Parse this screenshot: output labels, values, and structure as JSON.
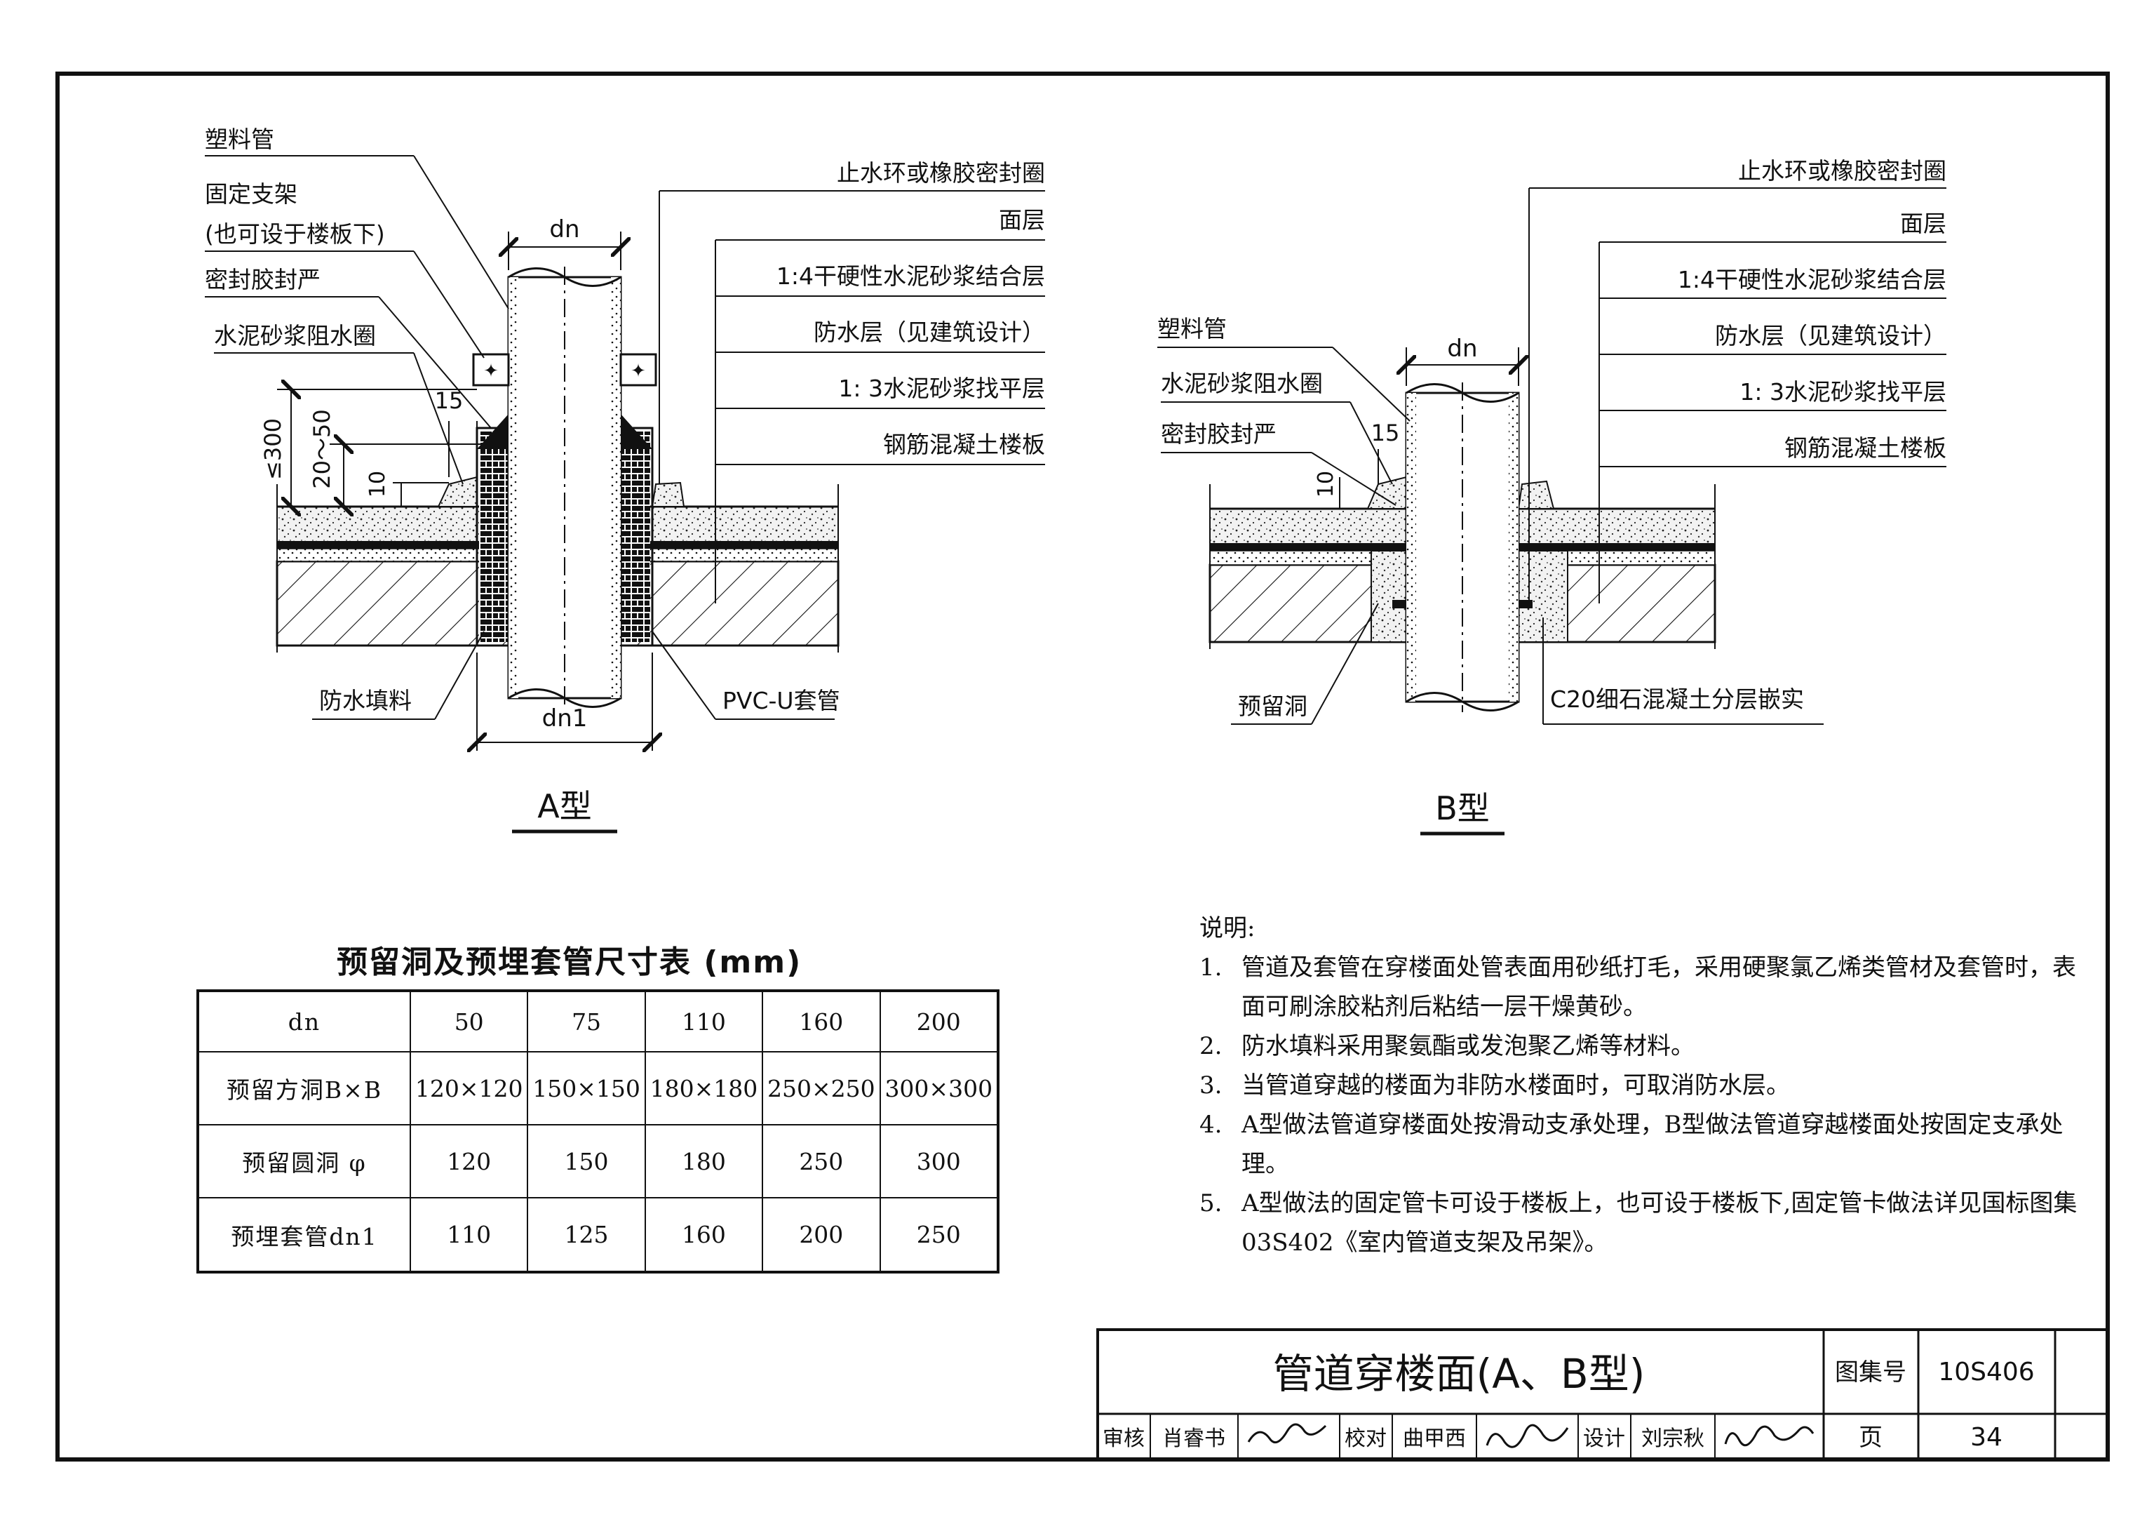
{
  "sheet_title": "管道穿楼面(A、B型)",
  "atlas_label": "图集号",
  "atlas_number": "10S406",
  "page_label": "页",
  "page_number": "34",
  "signatures": {
    "review_label": "审核",
    "review_name": "肖睿书",
    "check_label": "校对",
    "check_name": "曲甲西",
    "design_label": "设计",
    "design_name": "刘宗秋"
  },
  "detail_a": {
    "caption": "A型",
    "dim_dn": "dn",
    "dim_dn1": "dn1",
    "dim_max": "≤300",
    "dim_range": "20～50",
    "dim_15": "15",
    "dim_10": "10",
    "labels_left": [
      "塑料管",
      "固定支架",
      "(也可设于楼板下)",
      "密封胶封严",
      "水泥砂浆阻水圈"
    ],
    "labels_right": [
      "止水环或橡胶密封圈",
      "面层",
      "1:4干硬性水泥砂浆结合层",
      "防水层（见建筑设计）",
      "1:  3水泥砂浆找平层",
      "钢筋混凝土楼板"
    ],
    "label_bottom_left": "防水填料",
    "label_bottom_right": "PVC-U套管"
  },
  "detail_b": {
    "caption": "B型",
    "dim_dn": "dn",
    "dim_15": "15",
    "dim_10": "10",
    "labels_left": [
      "塑料管",
      "水泥砂浆阻水圈",
      "密封胶封严"
    ],
    "labels_right": [
      "止水环或橡胶密封圈",
      "面层",
      "1:4干硬性水泥砂浆结合层",
      "防水层（见建筑设计）",
      "1:  3水泥砂浆找平层",
      "钢筋混凝土楼板"
    ],
    "label_bottom_left": "预留洞",
    "label_bottom_right": "C20细石混凝土分层嵌实"
  },
  "size_table": {
    "title": "预留洞及预埋套管尺寸表 (mm)",
    "rows": [
      [
        "dn",
        "50",
        "75",
        "110",
        "160",
        "200"
      ],
      [
        "预留方洞B×B",
        "120×120",
        "150×150",
        "180×180",
        "250×250",
        "300×300"
      ],
      [
        "预留圆洞 φ",
        "120",
        "150",
        "180",
        "250",
        "300"
      ],
      [
        "预埋套管dn1",
        "110",
        "125",
        "160",
        "200",
        "250"
      ]
    ]
  },
  "notes": {
    "heading": "说明:",
    "items": [
      {
        "num": "1.",
        "text": "管道及套管在穿楼面处管表面用砂纸打毛，采用硬聚氯乙烯类管材及套管时，表面可刷涂胶粘剂后粘结一层干燥黄砂。"
      },
      {
        "num": "2.",
        "text": "防水填料采用聚氨酯或发泡聚乙烯等材料。"
      },
      {
        "num": "3.",
        "text": "当管道穿越的楼面为非防水楼面时，可取消防水层。"
      },
      {
        "num": "4.",
        "text": "A型做法管道穿楼面处按滑动支承处理，B型做法管道穿越楼面处按固定支承处理。"
      },
      {
        "num": "5.",
        "text": "A型做法的固定管卡可设于楼板上，也可设于楼板下,固定管卡做法详见国标图集03S402《室内管道支架及吊架》。"
      }
    ]
  }
}
